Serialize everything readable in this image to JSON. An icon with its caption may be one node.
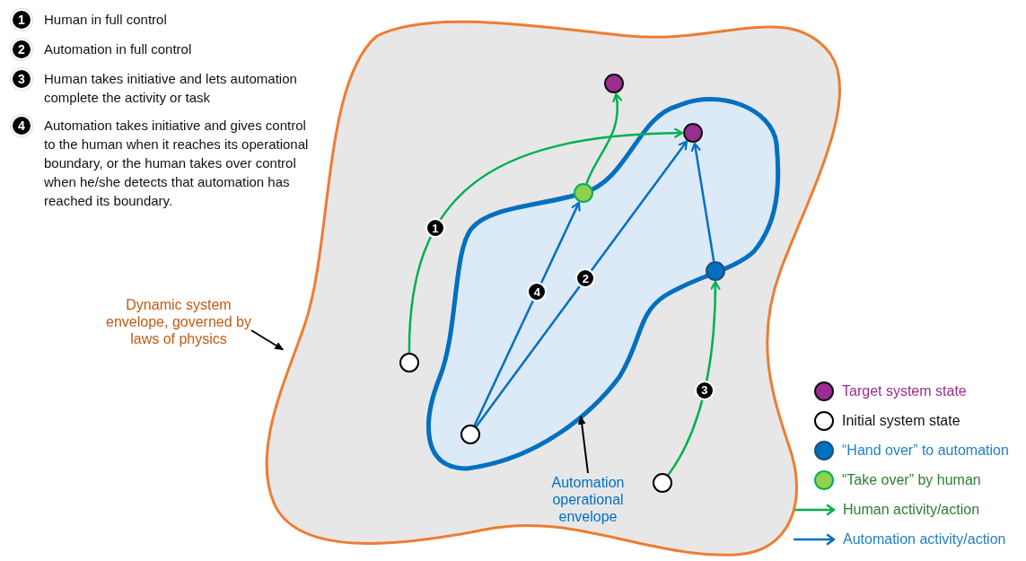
{
  "diagram": {
    "nodes": [
      {
        "text": [],
        "shape": "blob"
      },
      {
        "text": [],
        "shape": "blob",
        "in": 0
      },
      {
        "text": [],
        "shape": "circle",
        "in": 0
      },
      {
        "text": [],
        "shape": "circle",
        "in": 1
      },
      {
        "text": [],
        "shape": "circle",
        "in": 1
      },
      {
        "text": [],
        "shape": "circle",
        "in": 0
      },
      {
        "text": [],
        "shape": "circle",
        "in": 1
      },
      {
        "text": [],
        "shape": "circle",
        "in": 1
      },
      {
        "text": [],
        "shape": "circle",
        "in": 0
      },
      {
        "text": [
          "Dynamic system envelope, governed by laws of physics"
        ]
      },
      {
        "text": [
          "Automation operational envelope"
        ],
        "in": 0
      }
    ],
    "edges": [
      {
        "from": 5,
        "to": 3,
        "arrow": "to",
        "label": "1",
        "color": "#00b050"
      },
      {
        "from": 6,
        "to": 4,
        "arrow": "to",
        "label": "4",
        "color": "#0070c0"
      },
      {
        "from": 4,
        "to": 2,
        "arrow": "to",
        "color": "#00b050"
      },
      {
        "from": 6,
        "to": 3,
        "arrow": "to",
        "label": "2",
        "color": "#0070c0"
      },
      {
        "from": 8,
        "to": 7,
        "arrow": "to",
        "label": "3",
        "color": "#00b050"
      },
      {
        "from": 7,
        "to": 3,
        "arrow": "to",
        "color": "#0070c0"
      },
      {
        "from": 9,
        "to": 0,
        "arrow": "to",
        "color": "#000000"
      },
      {
        "from": 10,
        "to": 1,
        "arrow": "to",
        "color": "#000000"
      }
    ],
    "labels": [
      "1",
      "Human in full control",
      "2",
      "Automation in full control",
      "3",
      "Human takes initiative and lets automation complete the activity or task",
      "4",
      "Automation takes initiative and gives control to the human when it reaches its operational boundary, or the human takes over control when he/she detects that automation has reached its boundary."
    ],
    "legend": [
      {
        "text": "Target system state",
        "color": "#9b2d91"
      },
      {
        "text": "Initial system state",
        "color": "#ffffff"
      },
      {
        "text": "“Hand over” to automation",
        "color": "#0070c0"
      },
      {
        "text": "“Take over” by human",
        "color": "#92d050"
      },
      {
        "text": "Human activity/action"
      },
      {
        "text": "Automation activity/action"
      }
    ]
  }
}
